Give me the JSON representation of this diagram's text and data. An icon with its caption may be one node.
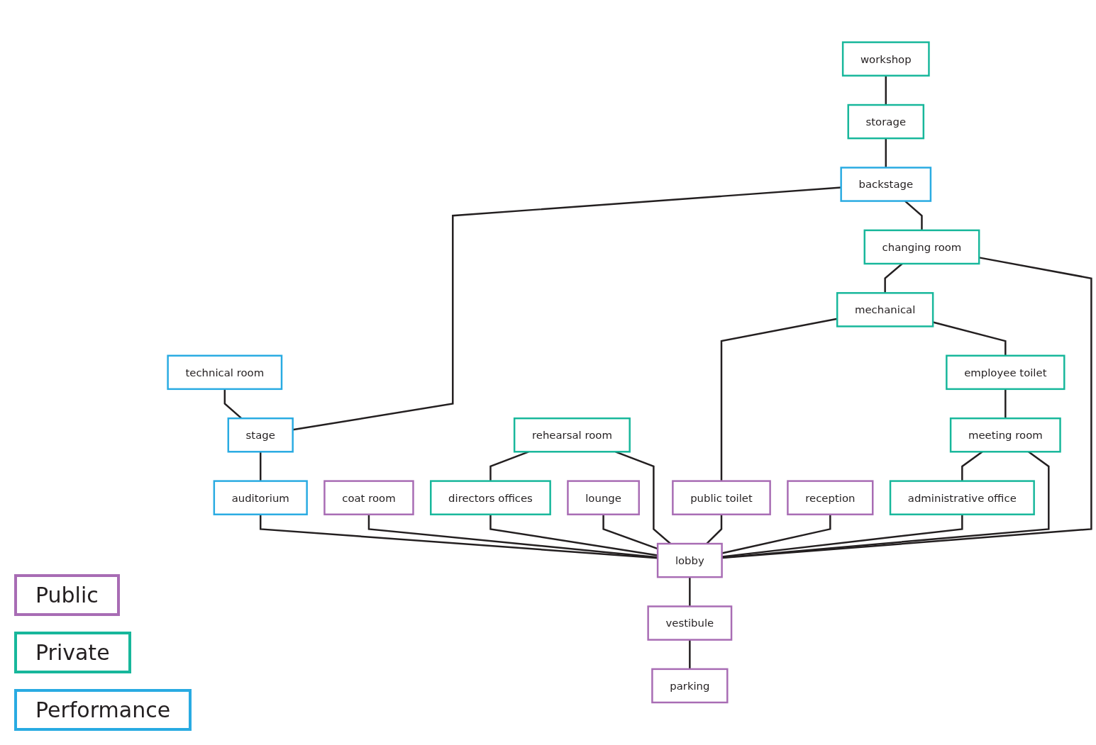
{
  "diagram": {
    "nodes": [
      {
        "text": [
          "workshop"
        ]
      },
      {
        "text": [
          "technical room"
        ]
      },
      {
        "text": [
          "storage"
        ]
      },
      {
        "text": [
          "backstage"
        ]
      },
      {
        "text": [
          "stage"
        ]
      },
      {
        "text": [
          "auditorium"
        ]
      },
      {
        "text": [
          "coat room"
        ]
      },
      {
        "text": [
          "changing room"
        ]
      },
      {
        "text": [
          "mechanical"
        ]
      },
      {
        "text": [
          "public toilet"
        ]
      },
      {
        "text": [
          "lounge"
        ]
      },
      {
        "text": [
          "employee toilet"
        ]
      },
      {
        "text": [
          "rehearsal room"
        ]
      },
      {
        "text": [
          "meeting room"
        ]
      },
      {
        "text": [
          "directors offices"
        ]
      },
      {
        "text": [
          "administrative office"
        ]
      },
      {
        "text": [
          "reception"
        ]
      },
      {
        "text": [
          "lobby"
        ]
      },
      {
        "text": [
          "vestibule"
        ]
      },
      {
        "text": [
          "parking"
        ]
      }
    ],
    "edges": [
      {
        "from": 0,
        "to": 2,
        "arrow": "none"
      },
      {
        "from": 1,
        "to": 4,
        "arrow": "none"
      },
      {
        "from": 2,
        "to": 3,
        "arrow": "none"
      },
      {
        "from": 3,
        "to": 4,
        "arrow": "none"
      },
      {
        "from": 4,
        "to": 5,
        "arrow": "none"
      },
      {
        "from": 3,
        "to": 7,
        "arrow": "none"
      },
      {
        "from": 7,
        "to": 8,
        "arrow": "none"
      },
      {
        "from": 8,
        "to": 9,
        "arrow": "none"
      },
      {
        "from": 8,
        "to": 11,
        "arrow": "none"
      },
      {
        "from": 11,
        "to": 13,
        "arrow": "none"
      },
      {
        "from": 13,
        "to": 15,
        "arrow": "none"
      },
      {
        "from": 12,
        "to": 14,
        "arrow": "none"
      },
      {
        "from": 15,
        "to": 17,
        "arrow": "none"
      },
      {
        "from": 7,
        "to": 17,
        "arrow": "none"
      },
      {
        "from": 12,
        "to": 17,
        "arrow": "none"
      },
      {
        "from": 13,
        "to": 17,
        "arrow": "none"
      },
      {
        "from": 14,
        "to": 17,
        "arrow": "none"
      },
      {
        "from": 5,
        "to": 17,
        "arrow": "none"
      },
      {
        "from": 6,
        "to": 17,
        "arrow": "none"
      },
      {
        "from": 9,
        "to": 17,
        "arrow": "none"
      },
      {
        "from": 10,
        "to": 17,
        "arrow": "none"
      },
      {
        "from": 16,
        "to": 17,
        "arrow": "none"
      },
      {
        "from": 17,
        "to": 18,
        "arrow": "none"
      },
      {
        "from": 18,
        "to": 19,
        "arrow": "none"
      }
    ],
    "legend": [
      {
        "text": "Public",
        "color": "#a86cb4"
      },
      {
        "text": "Private",
        "color": "#17b79b"
      },
      {
        "text": "Performance",
        "color": "#29abe2"
      }
    ]
  }
}
